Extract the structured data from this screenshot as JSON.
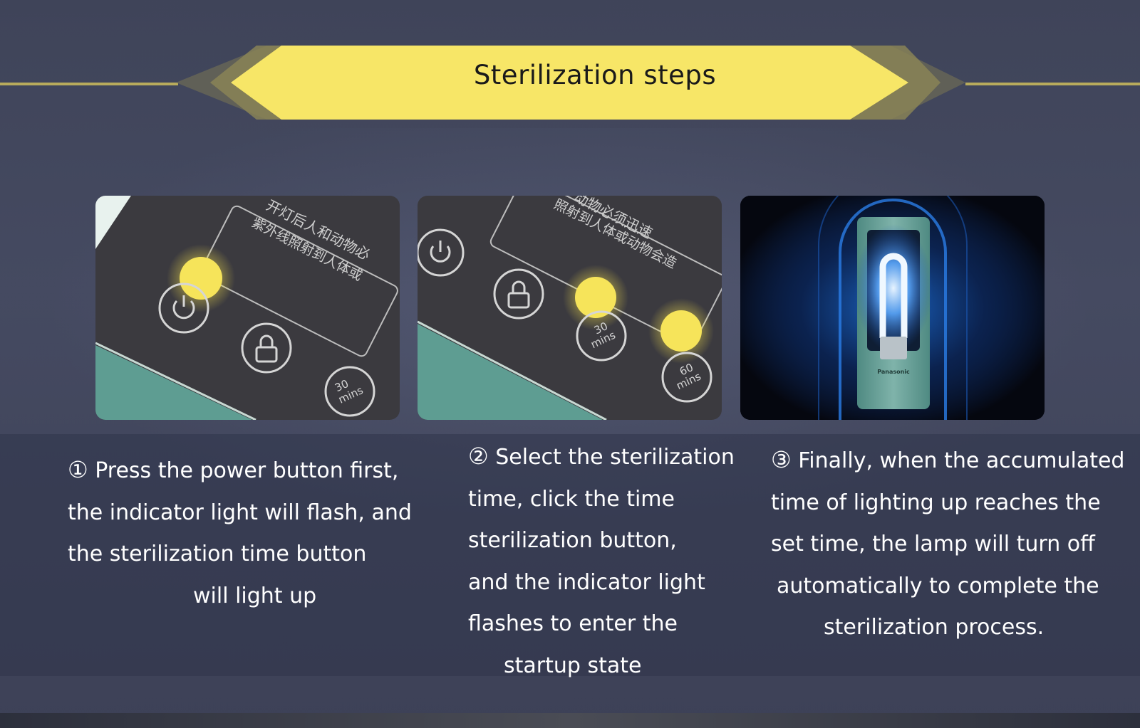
{
  "header": {
    "title": "Sterilization steps"
  },
  "panels": [
    {
      "image": "control-panel-power-button-lit",
      "buttons": [
        "30\nmins"
      ],
      "panel_text": [
        "开灯后人和动物必",
        "紫外线照射到人体或"
      ]
    },
    {
      "image": "control-panel-time-buttons-lit",
      "buttons": [
        "30\nmins",
        "60\nmins"
      ],
      "panel_text": [
        "动物必须迅速",
        "照射到人体或动物会造"
      ]
    },
    {
      "image": "uv-lamp-glowing",
      "brand": "Panasonic"
    }
  ],
  "steps": [
    {
      "number": "①",
      "lines": [
        "Press the power button first,",
        "the indicator light will flash, and",
        "the sterilization time button",
        "will light up"
      ]
    },
    {
      "number": "②",
      "lines": [
        "Select the sterilization",
        "time, click the time",
        "sterilization button,",
        "and the indicator light",
        "flashes to enter the",
        "startup state"
      ]
    },
    {
      "number": "③",
      "lines": [
        "Finally, when the accumulated",
        "time of lighting up reaches the",
        "set time, the lamp will turn off",
        "automatically to complete the",
        "sterilization process."
      ]
    }
  ],
  "colors": {
    "banner": "#f7e667",
    "accent_line": "#b8ab5c",
    "panel_teal": "#5e9d92",
    "indicator": "#f4e04d"
  }
}
